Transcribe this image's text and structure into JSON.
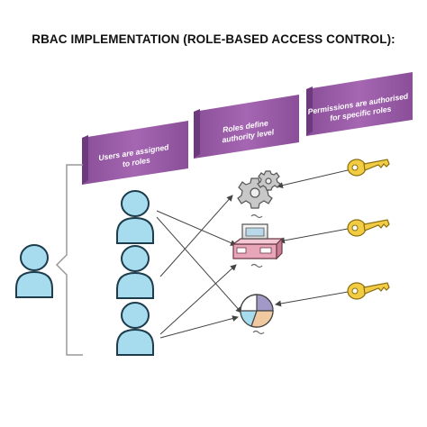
{
  "title": "RBAC IMPLEMENTATION (ROLE-BASED ACCESS CONTROL):",
  "banners": [
    {
      "lines": [
        "Users are assigned",
        "to roles"
      ]
    },
    {
      "lines": [
        "Roles define",
        "authority level"
      ]
    },
    {
      "lines": [
        "Permissions are authorised",
        "for specific roles"
      ]
    }
  ],
  "icons": {
    "main_user": "user-icon",
    "users": [
      "user-icon",
      "user-icon",
      "user-icon"
    ],
    "roles": [
      "gears-icon",
      "computer-icon",
      "pie-chart-icon"
    ],
    "permissions": [
      "key-icon",
      "key-icon",
      "key-icon"
    ]
  },
  "colors": {
    "banner": "#9b5ea8",
    "banner_dark": "#6e3a7e",
    "user_fill": "#a7dcef",
    "user_stroke": "#1d3c4c",
    "key_fill": "#f2cd44",
    "arrow": "#444444",
    "bracket": "#999999"
  }
}
